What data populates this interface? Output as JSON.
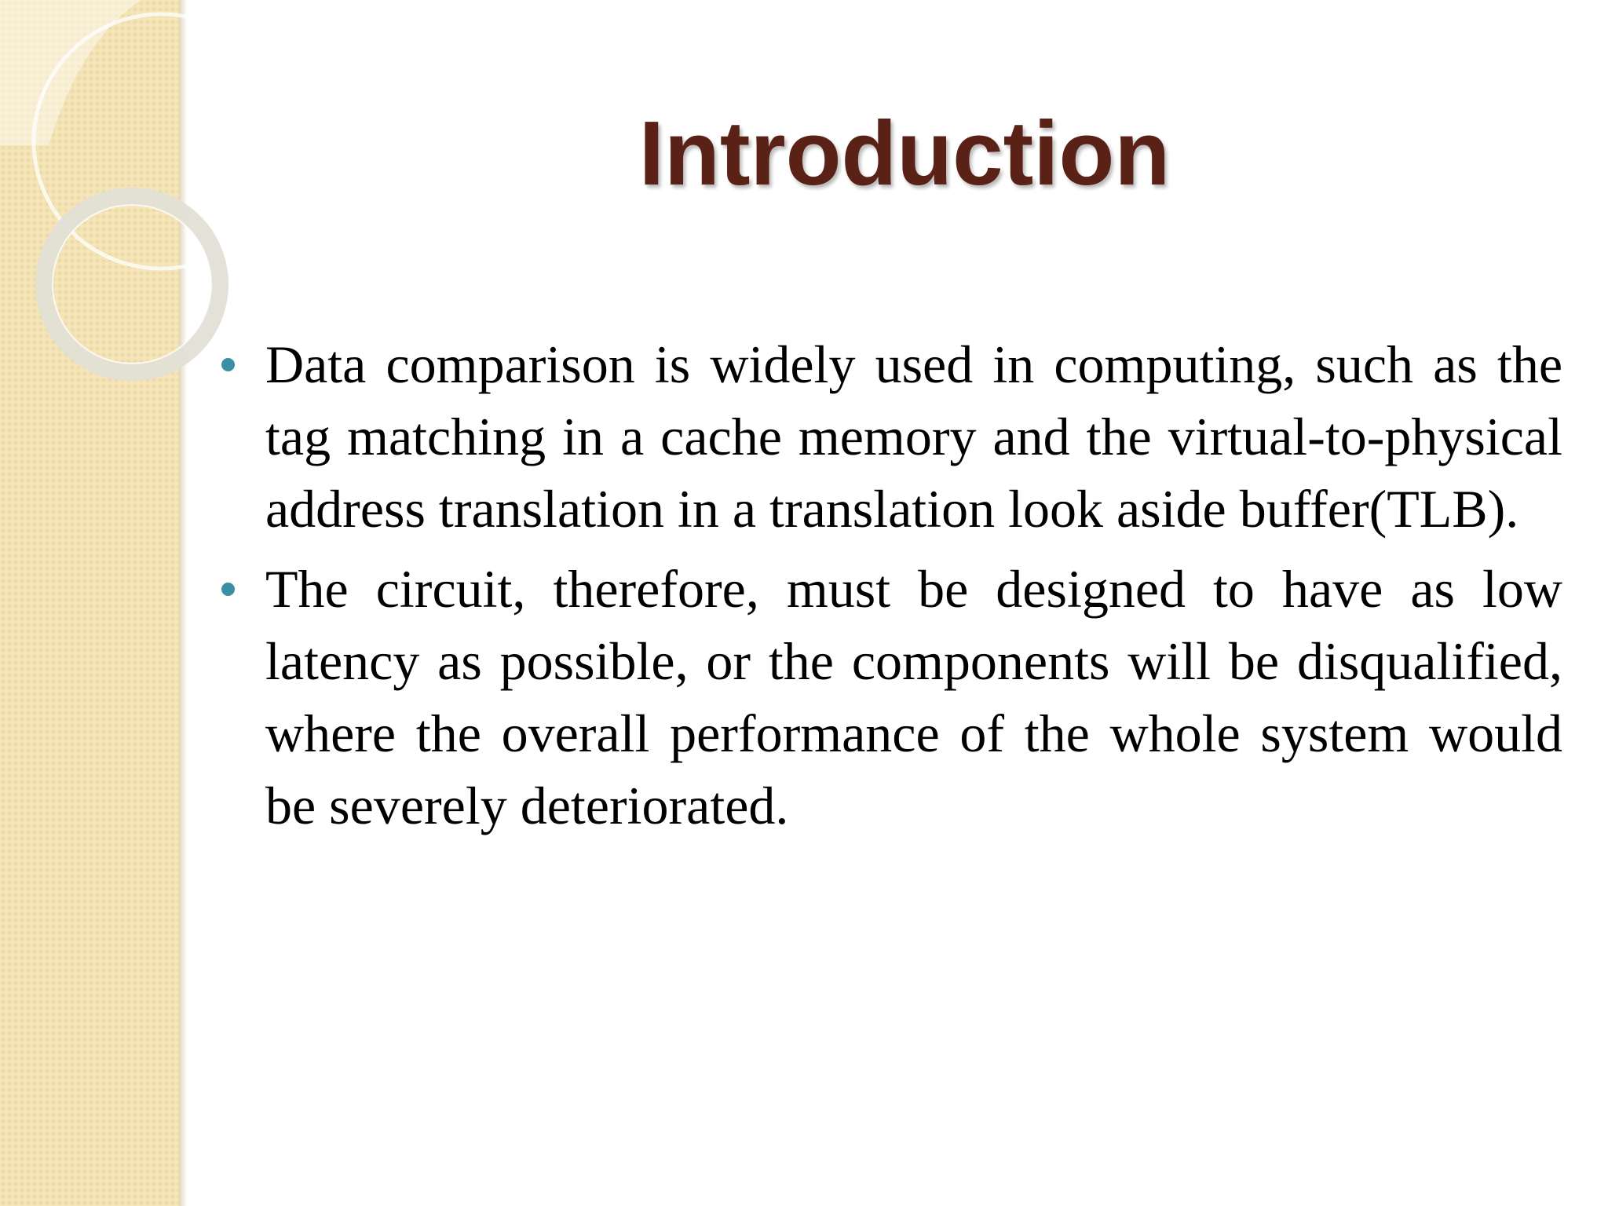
{
  "slide": {
    "title": "Introduction",
    "bullets": [
      "Data comparison is widely used in computing, such as the tag matching in a cache memory and the virtual-to-physical address translation in a translation look aside buffer(TLB).",
      "The circuit, therefore, must be designed to have as low latency as possible, or the components will be disqualified, where the overall performance of the whole system would be severely deteriorated."
    ]
  },
  "colors": {
    "title": "#5a2117",
    "bullet_dot": "#3a8fa3",
    "side_band": "#f3e2b3"
  },
  "icons": {
    "bullet": "bullet-dot-icon",
    "decoration": "decorative-rings"
  }
}
